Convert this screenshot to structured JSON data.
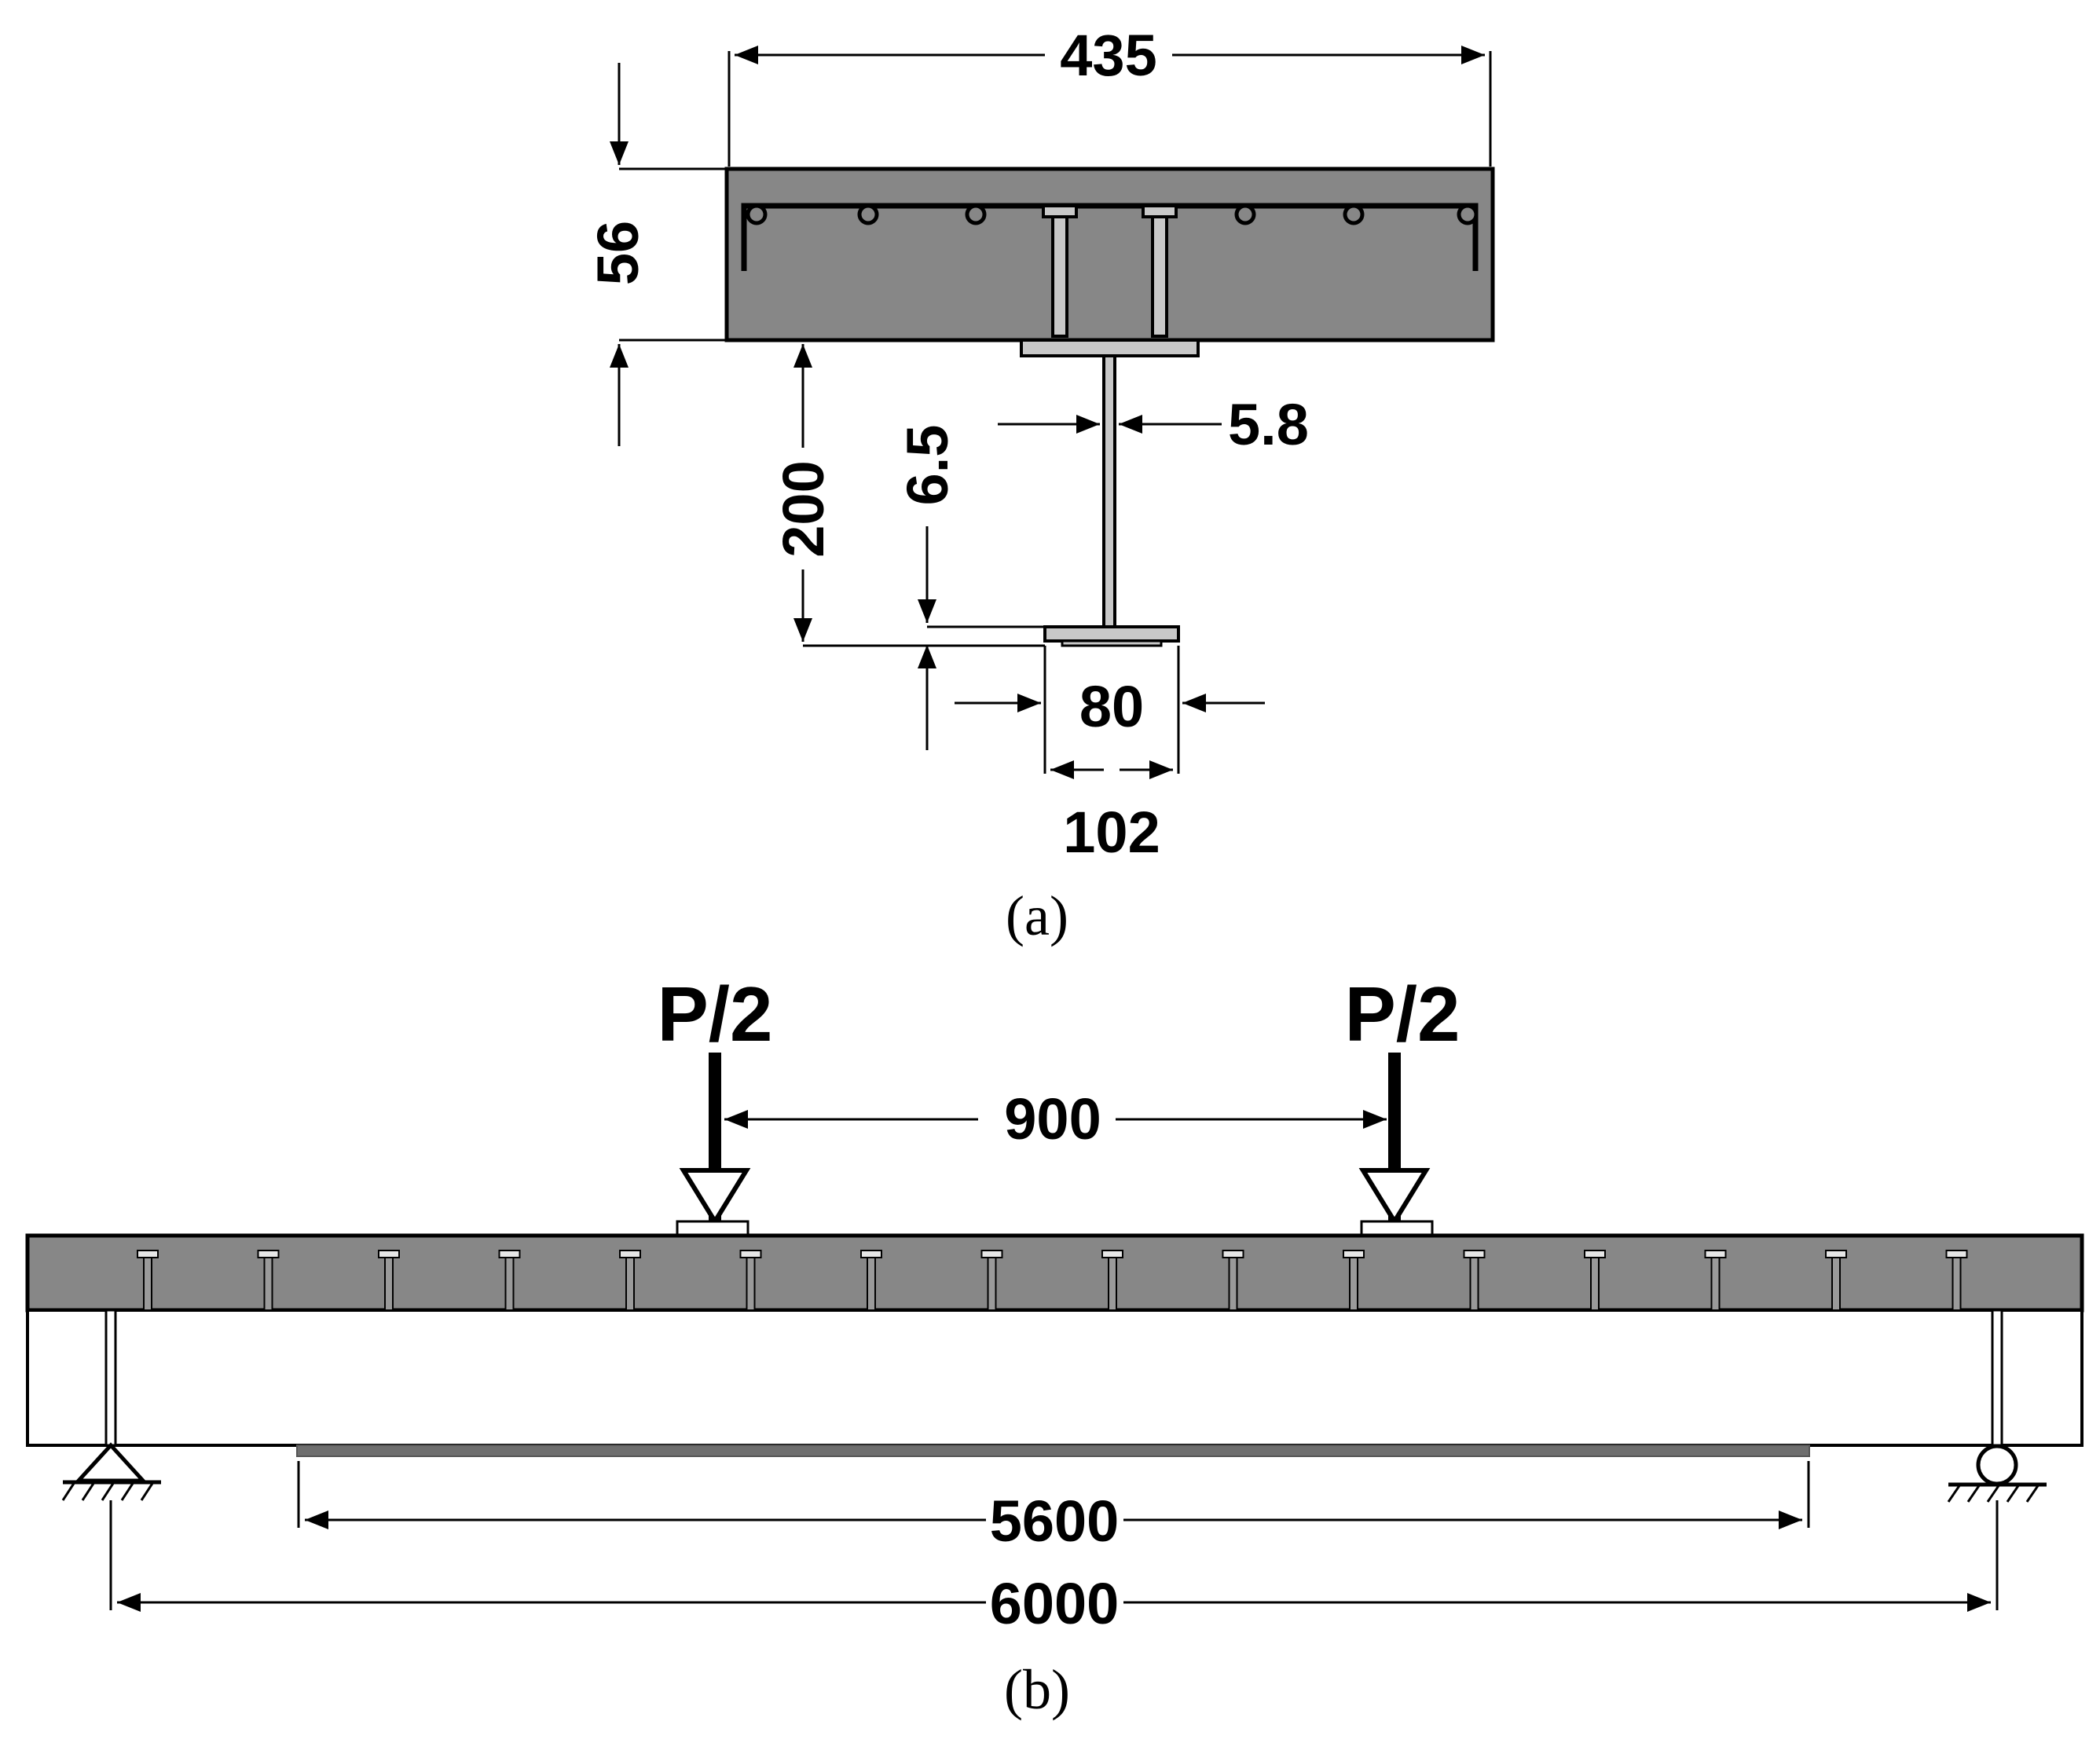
{
  "colors": {
    "concrete": "#878787",
    "steel": "#c8c8c8",
    "bar": "#6e6e6e",
    "line": "#000000",
    "background": "#ffffff"
  },
  "panel_a": {
    "caption": "(a)",
    "dims": {
      "slab_width": "435",
      "slab_depth": "56",
      "beam_depth": "200",
      "flange_thickness": "6.5",
      "web_thickness": "5.8",
      "top_flange_width": "80",
      "bottom_flange_width": "102"
    }
  },
  "panel_b": {
    "caption": "(b)",
    "load_left": "P/2",
    "load_right": "P/2",
    "dims": {
      "load_spacing": "900",
      "cfrp_length": "5600",
      "span": "6000"
    },
    "shear_connector_count": 16
  }
}
